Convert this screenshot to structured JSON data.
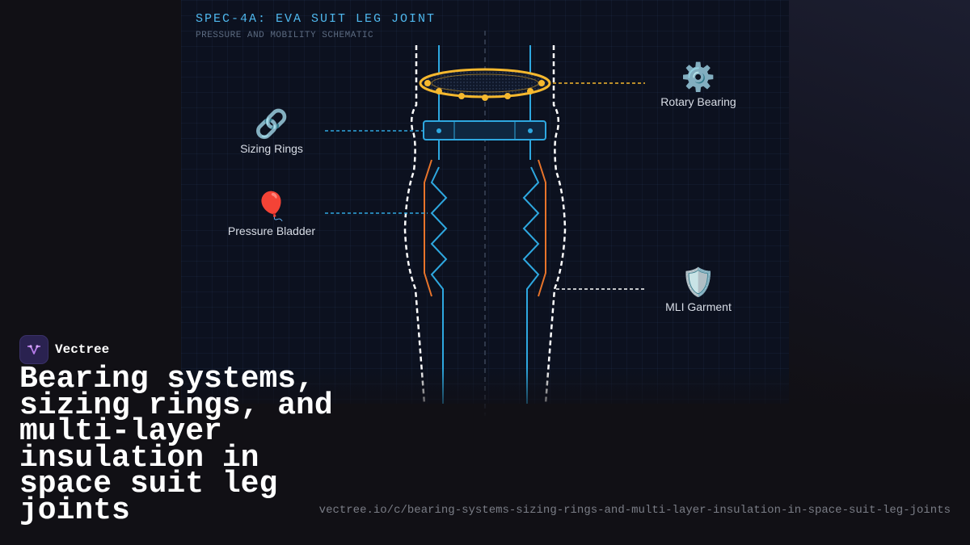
{
  "diagram": {
    "title": "SPEC-4A: EVA SUIT LEG JOINT",
    "subtitle": "PRESSURE AND MOBILITY SCHEMATIC",
    "callouts": {
      "rotary_bearing": {
        "label": "Rotary Bearing",
        "icon": "gear-icon",
        "glyph": "⚙️"
      },
      "sizing_rings": {
        "label": "Sizing Rings",
        "icon": "link-icon",
        "glyph": "🔗"
      },
      "pressure_bladder": {
        "label": "Pressure Bladder",
        "icon": "balloon-icon",
        "glyph": "🎈"
      },
      "mli_garment": {
        "label": "MLI Garment",
        "icon": "shield-icon",
        "glyph": "🛡️"
      }
    },
    "colors": {
      "bearing": "#f5b82e",
      "structure": "#2ea8e0",
      "bladder": "#e8742a",
      "garment": "#ffffff",
      "title": "#4fb8ee"
    }
  },
  "brand": {
    "name": "Vectree"
  },
  "headline": "Bearing systems, sizing rings, and multi-layer insulation in space suit leg joints",
  "url": "vectree.io/c/bearing-systems-sizing-rings-and-multi-layer-insulation-in-space-suit-leg-joints"
}
